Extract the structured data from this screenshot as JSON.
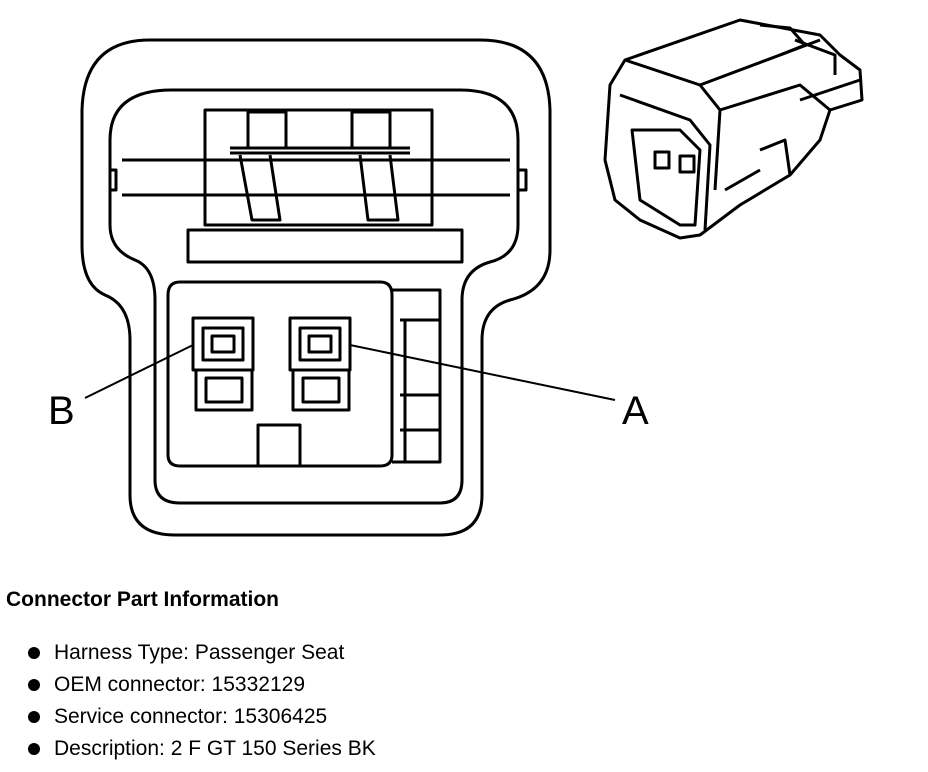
{
  "diagram": {
    "pin_labels": [
      "B",
      "A"
    ]
  },
  "info": {
    "title": "Connector Part Information",
    "items": [
      "Harness Type: Passenger Seat",
      "OEM connector: 15332129",
      "Service connector: 15306425",
      "Description: 2 F GT 150 Series BK"
    ]
  }
}
